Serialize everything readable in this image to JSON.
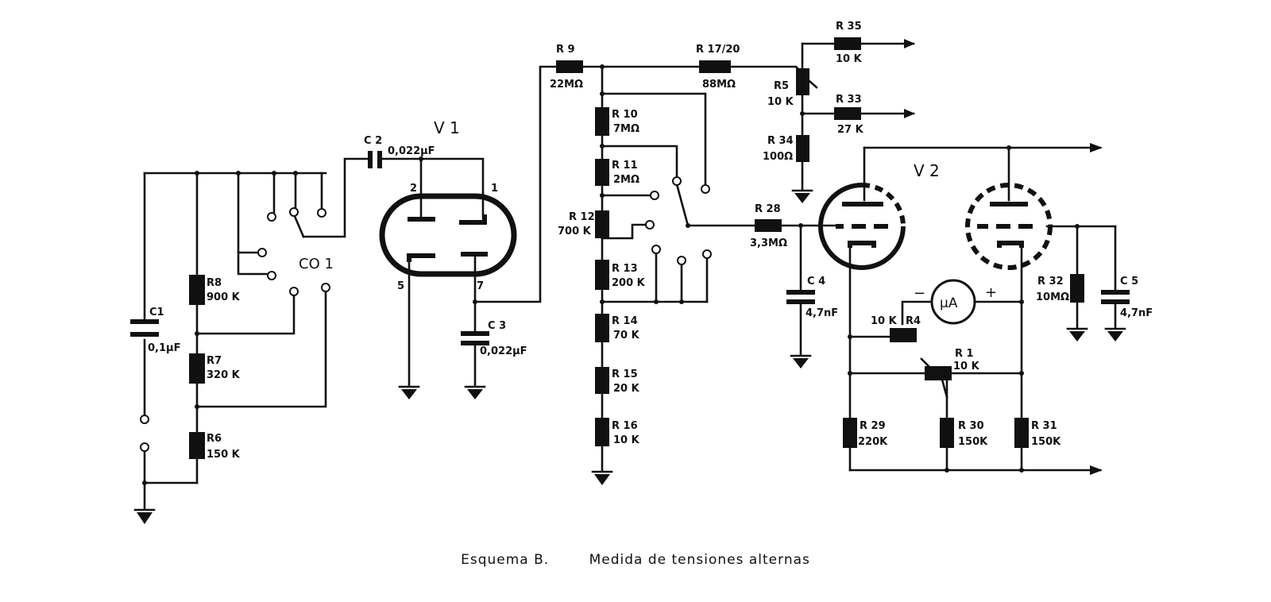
{
  "caption": {
    "scheme": "Esquema B.",
    "title": "Medida de tensiones alternas"
  },
  "tubes": {
    "v1": "V 1",
    "v2": "V 2"
  },
  "switch": "CO 1",
  "pins": {
    "p1": "1",
    "p2": "2",
    "p5": "5",
    "p7": "7"
  },
  "meter": {
    "symbol": "μA",
    "minus": "−",
    "plus": "+"
  },
  "labels": {
    "c1": "C1",
    "c1v": "0,1μF",
    "c2": "C 2",
    "c2v": "0,022μF",
    "c3": "C 3",
    "c3v": "0,022μF",
    "c4": "C 4",
    "c4v": "4,7nF",
    "c5": "C 5",
    "c5v": "4,7nF",
    "r6": "R6",
    "r6v": "150 K",
    "r7": "R7",
    "r7v": "320 K",
    "r8": "R8",
    "r8v": "900 K",
    "r9": "R 9",
    "r9v": "22MΩ",
    "r10": "R 10",
    "r10v": "7MΩ",
    "r11": "R 11",
    "r11v": "2MΩ",
    "r12": "R 12",
    "r12v": "700 K",
    "r13": "R 13",
    "r13v": "200 K",
    "r14": "R 14",
    "r14v": "70 K",
    "r15": "R 15",
    "r15v": "20 K",
    "r16": "R 16",
    "r16v": "10 K",
    "r1720": "R 17/20",
    "r1720v": "88MΩ",
    "r5": "R5",
    "r5v": "10 K",
    "r35": "R 35",
    "r35v": "10 K",
    "r33": "R 33",
    "r33v": "27 K",
    "r34": "R 34",
    "r34v": "100Ω",
    "r28": "R 28",
    "r28v": "3,3MΩ",
    "r4": "R4",
    "r4v": "10 K",
    "r1": "R 1",
    "r1v": "10 K",
    "r29": "R 29",
    "r29v": "220K",
    "r30": "R 30",
    "r30v": "150K",
    "r31": "R 31",
    "r31v": "150K",
    "r32": "R 32",
    "r32v": "10MΩ"
  }
}
